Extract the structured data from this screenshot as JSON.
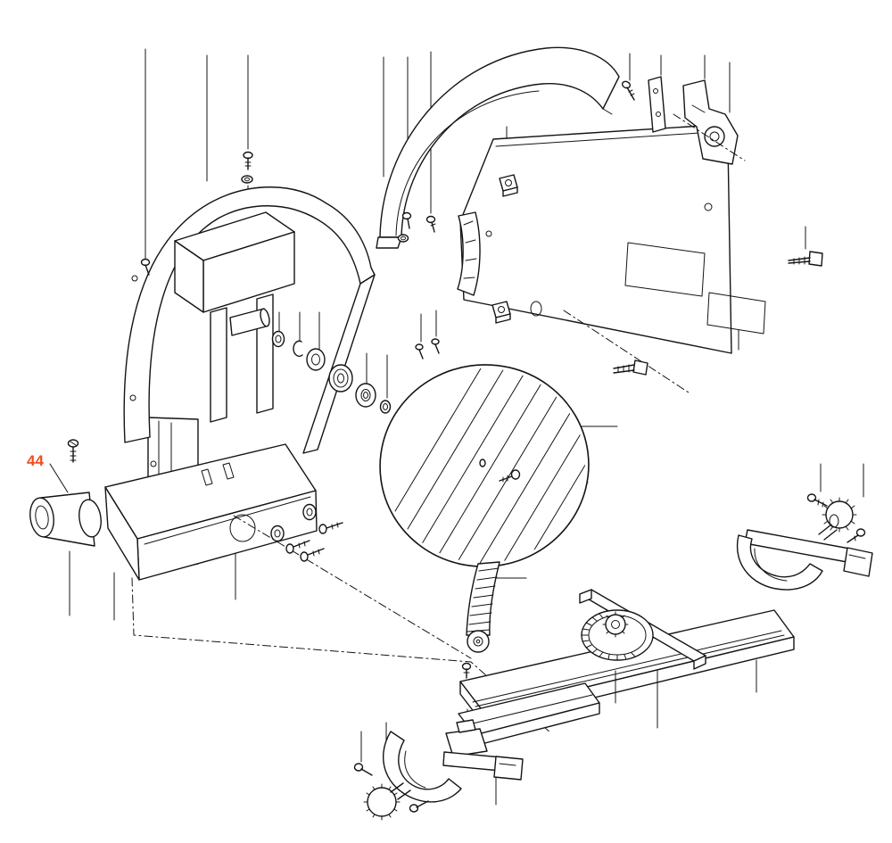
{
  "diagram": {
    "background_color": "#ffffff",
    "line_color": "#141414",
    "callouts": [
      {
        "label": "44",
        "color": "#f04e23"
      }
    ],
    "parts": [
      "wheel-cover-rim",
      "frame-column",
      "machine-base",
      "rubber-foot",
      "support-arm",
      "motor-block",
      "drive-shaft",
      "washer",
      "retaining-ring",
      "ball-bearing-small",
      "pulley-flange",
      "ball-bearing-large",
      "upper-blade-guard",
      "side-cover-panel",
      "hinge-bracket",
      "panel-label-plate",
      "spec-label-plate",
      "square-nut",
      "mounting-plate",
      "clamp-bracket",
      "sanding-disc",
      "disc-screw",
      "drive-belt",
      "belt-pulley",
      "pulley-screw",
      "work-table",
      "table-front-rail",
      "rip-fence",
      "miter-protractor",
      "protractor-knob",
      "miter-gauge-right",
      "miter-gauge-bottom",
      "arc-bracket",
      "lock-knob",
      "screws",
      "bolts"
    ]
  }
}
